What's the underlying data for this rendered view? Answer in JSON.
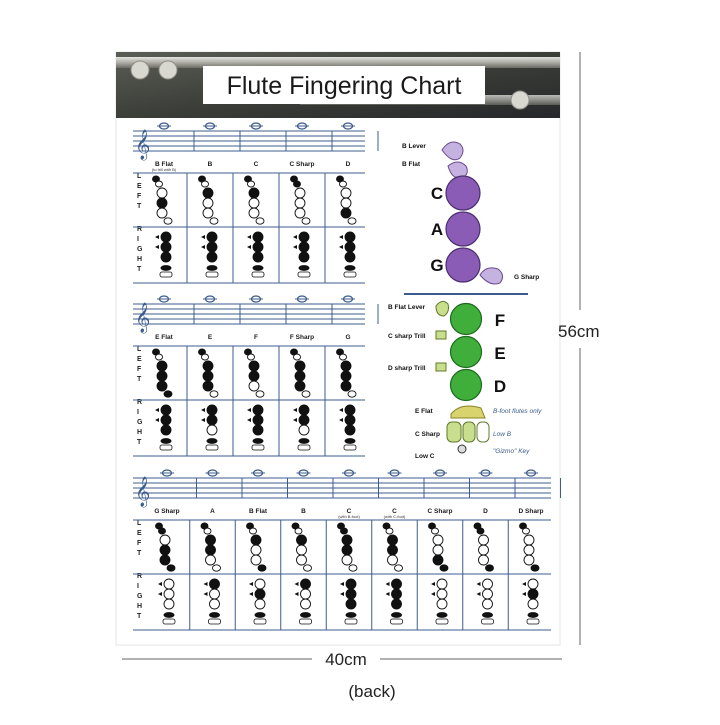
{
  "poster": {
    "title": "Flute Fingering Chart",
    "hand_left": "LEFT",
    "hand_right": "RIGHT"
  },
  "sections": [
    {
      "notes": [
        {
          "name": "B Flat",
          "sub": "(to trill with B)",
          "left": [
            1,
            0,
            0,
            1,
            0,
            0
          ],
          "right": [
            1,
            1,
            1,
            1
          ]
        },
        {
          "name": "B",
          "sub": "",
          "left": [
            1,
            0,
            1,
            0,
            0,
            0
          ],
          "right": [
            1,
            1,
            1,
            1
          ]
        },
        {
          "name": "C",
          "sub": "",
          "left": [
            1,
            0,
            1,
            0,
            0,
            0
          ],
          "right": [
            1,
            1,
            1,
            1
          ]
        },
        {
          "name": "C Sharp",
          "sub": "",
          "left": [
            1,
            1,
            0,
            0,
            0,
            0
          ],
          "right": [
            1,
            1,
            1,
            1
          ]
        },
        {
          "name": "D",
          "sub": "",
          "left": [
            1,
            0,
            0,
            0,
            1,
            0
          ],
          "right": [
            1,
            1,
            1,
            1
          ]
        }
      ]
    },
    {
      "notes": [
        {
          "name": "E Flat",
          "sub": "",
          "left": [
            1,
            0,
            1,
            1,
            1,
            1
          ],
          "right": [
            1,
            1,
            1,
            1
          ]
        },
        {
          "name": "E",
          "sub": "",
          "left": [
            1,
            0,
            1,
            1,
            1,
            0
          ],
          "right": [
            1,
            1,
            0,
            1
          ]
        },
        {
          "name": "F",
          "sub": "",
          "left": [
            1,
            0,
            1,
            1,
            0,
            0
          ],
          "right": [
            1,
            1,
            1,
            1
          ]
        },
        {
          "name": "F Sharp",
          "sub": "",
          "left": [
            1,
            0,
            1,
            1,
            1,
            0
          ],
          "right": [
            1,
            1,
            0,
            1
          ]
        },
        {
          "name": "G",
          "sub": "",
          "left": [
            1,
            0,
            1,
            1,
            1,
            0
          ],
          "right": [
            1,
            1,
            1,
            1
          ]
        }
      ]
    },
    {
      "notes": [
        {
          "name": "G Sharp",
          "sub": "",
          "left": [
            1,
            1,
            0,
            1,
            1,
            1
          ],
          "right": [
            0,
            0,
            0,
            1
          ]
        },
        {
          "name": "A",
          "sub": "",
          "left": [
            1,
            0,
            1,
            1,
            0,
            0
          ],
          "right": [
            1,
            0,
            0,
            1
          ]
        },
        {
          "name": "B Flat",
          "sub": "",
          "left": [
            1,
            0,
            1,
            0,
            0,
            1
          ],
          "right": [
            0,
            1,
            0,
            1
          ]
        },
        {
          "name": "B",
          "sub": "",
          "left": [
            1,
            0,
            1,
            0,
            0,
            0
          ],
          "right": [
            1,
            0,
            0,
            1
          ]
        },
        {
          "name": "C",
          "sub": "(with B-foot)",
          "left": [
            1,
            1,
            1,
            1,
            0,
            0
          ],
          "right": [
            1,
            1,
            1,
            1
          ]
        },
        {
          "name": "C",
          "sub": "(with C-foot)",
          "left": [
            1,
            0,
            1,
            1,
            0,
            0
          ],
          "right": [
            1,
            1,
            1,
            1
          ]
        },
        {
          "name": "C Sharp",
          "sub": "",
          "left": [
            1,
            0,
            0,
            0,
            1,
            1
          ],
          "right": [
            0,
            0,
            0,
            1
          ]
        },
        {
          "name": "D",
          "sub": "",
          "left": [
            1,
            1,
            0,
            0,
            0,
            1
          ],
          "right": [
            0,
            0,
            0,
            1
          ]
        },
        {
          "name": "D Sharp",
          "sub": "",
          "left": [
            1,
            0,
            0,
            0,
            0,
            1
          ],
          "right": [
            0,
            1,
            0,
            1
          ]
        }
      ]
    }
  ],
  "key_diagram": {
    "purple_side": [
      "B Lever",
      "B Flat",
      "G Sharp"
    ],
    "purple_letters": [
      "C",
      "A",
      "G"
    ],
    "green_side": [
      "B Flat Lever",
      "C sharp Trill",
      "D sharp Trill",
      "E Flat",
      "C Sharp",
      "Low C"
    ],
    "green_letters": [
      "F",
      "E",
      "D"
    ],
    "footnotes": [
      "B-foot flutes only",
      "Low B",
      "\"Gizmo\" Key"
    ]
  },
  "dimensions": {
    "height": "56cm",
    "width": "40cm",
    "caption": "(back)"
  },
  "colors": {
    "purple": "#8a5cb6",
    "purple_light": "#c6b2e0",
    "green": "#3fae3b",
    "green_light": "#c9df8d",
    "staff_blue": "#3b5c8c",
    "banner_dark": "#43453f"
  }
}
